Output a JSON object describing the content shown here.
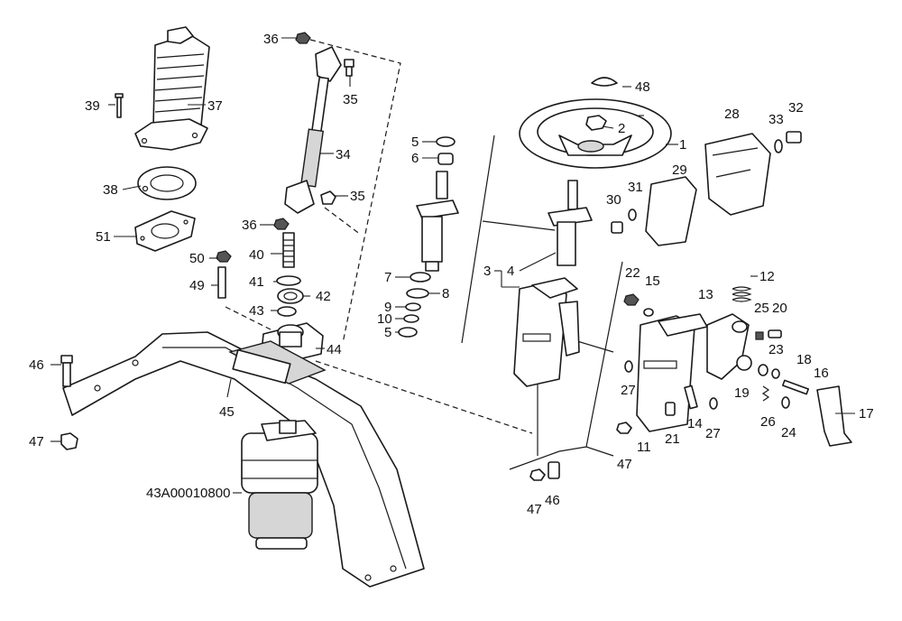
{
  "callouts": [
    {
      "id": "c1",
      "label": "1"
    },
    {
      "id": "c2",
      "label": "2"
    },
    {
      "id": "c3",
      "label": "3"
    },
    {
      "id": "c4",
      "label": "4"
    },
    {
      "id": "c5a",
      "label": "5"
    },
    {
      "id": "c5b",
      "label": "5"
    },
    {
      "id": "c6",
      "label": "6"
    },
    {
      "id": "c7",
      "label": "7"
    },
    {
      "id": "c8",
      "label": "8"
    },
    {
      "id": "c9",
      "label": "9"
    },
    {
      "id": "c10",
      "label": "10"
    },
    {
      "id": "c11",
      "label": "11"
    },
    {
      "id": "c12",
      "label": "12"
    },
    {
      "id": "c13",
      "label": "13"
    },
    {
      "id": "c14",
      "label": "14"
    },
    {
      "id": "c15",
      "label": "15"
    },
    {
      "id": "c16",
      "label": "16"
    },
    {
      "id": "c17",
      "label": "17"
    },
    {
      "id": "c18",
      "label": "18"
    },
    {
      "id": "c19",
      "label": "19"
    },
    {
      "id": "c20",
      "label": "20"
    },
    {
      "id": "c21",
      "label": "21"
    },
    {
      "id": "c22",
      "label": "22"
    },
    {
      "id": "c23",
      "label": "23"
    },
    {
      "id": "c24",
      "label": "24"
    },
    {
      "id": "c25",
      "label": "25"
    },
    {
      "id": "c26",
      "label": "26"
    },
    {
      "id": "c27a",
      "label": "27"
    },
    {
      "id": "c27b",
      "label": "27"
    },
    {
      "id": "c28",
      "label": "28"
    },
    {
      "id": "c29",
      "label": "29"
    },
    {
      "id": "c30",
      "label": "30"
    },
    {
      "id": "c31",
      "label": "31"
    },
    {
      "id": "c32",
      "label": "32"
    },
    {
      "id": "c33",
      "label": "33"
    },
    {
      "id": "c34",
      "label": "34"
    },
    {
      "id": "c35a",
      "label": "35"
    },
    {
      "id": "c35b",
      "label": "35"
    },
    {
      "id": "c36a",
      "label": "36"
    },
    {
      "id": "c36b",
      "label": "36"
    },
    {
      "id": "c37",
      "label": "37"
    },
    {
      "id": "c38",
      "label": "38"
    },
    {
      "id": "c39",
      "label": "39"
    },
    {
      "id": "c40",
      "label": "40"
    },
    {
      "id": "c41",
      "label": "41"
    },
    {
      "id": "c42",
      "label": "42"
    },
    {
      "id": "c43",
      "label": "43"
    },
    {
      "id": "c44",
      "label": "44"
    },
    {
      "id": "c45",
      "label": "45"
    },
    {
      "id": "c46a",
      "label": "46"
    },
    {
      "id": "c46b",
      "label": "46"
    },
    {
      "id": "c47a",
      "label": "47"
    },
    {
      "id": "c47b",
      "label": "47"
    },
    {
      "id": "c47c",
      "label": "47"
    },
    {
      "id": "c48",
      "label": "48"
    },
    {
      "id": "c49",
      "label": "49"
    },
    {
      "id": "c50",
      "label": "50"
    },
    {
      "id": "c51",
      "label": "51"
    },
    {
      "id": "cref",
      "label": "43A00010800"
    }
  ]
}
